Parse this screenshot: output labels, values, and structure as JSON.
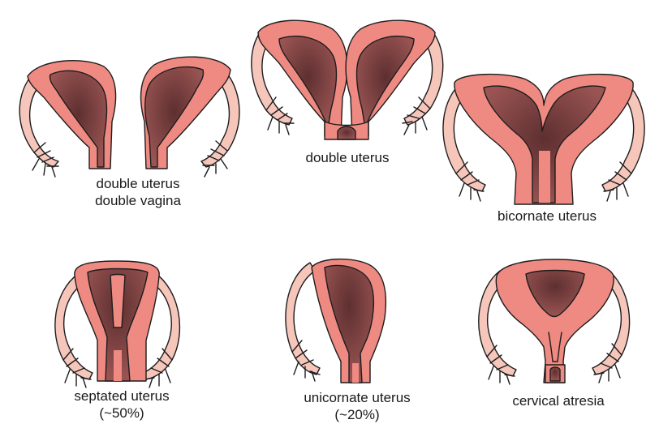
{
  "colors": {
    "tissue": "#ef8a82",
    "cavity": "#8c4b4b",
    "cavity_core": "#5e2f30",
    "tube": "#f6c6bb",
    "outline": "#1d1d1d",
    "text": "#1a1a1a"
  },
  "anomalies": [
    {
      "id": "double-uterus-double-vagina",
      "lines": [
        "double uterus",
        "double vagina"
      ]
    },
    {
      "id": "double-uterus",
      "lines": [
        "double uterus"
      ]
    },
    {
      "id": "bicornate-uterus",
      "lines": [
        "bicornate uterus"
      ]
    },
    {
      "id": "septated-uterus",
      "lines": [
        "septated uterus",
        "(~50%)"
      ]
    },
    {
      "id": "unicornate-uterus",
      "lines": [
        "unicornate uterus",
        "(~20%)"
      ]
    },
    {
      "id": "cervical-atresia",
      "lines": [
        "cervical atresia"
      ]
    }
  ]
}
